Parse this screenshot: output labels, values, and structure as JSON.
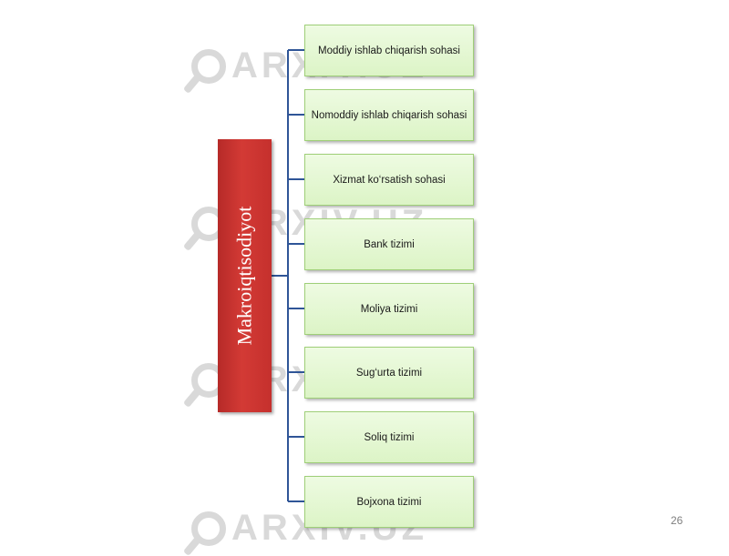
{
  "diagram": {
    "root": {
      "label": "Makroiqtisodiyot",
      "color": "#c5302d"
    },
    "children": [
      {
        "label": "Moddiy ishlab chiqarish sohasi"
      },
      {
        "label": "Nomoddiy ishlab chiqarish sohasi"
      },
      {
        "label": "Xizmat ko‘rsatish sohasi"
      },
      {
        "label": "Bank tizimi"
      },
      {
        "label": "Moliya tizimi"
      },
      {
        "label": "Sug‘urta tizimi"
      },
      {
        "label": "Soliq tizimi"
      },
      {
        "label": "Bojxona tizimi"
      }
    ],
    "connector_color": "#2f5597",
    "child_fill": "#dcf4c6"
  },
  "watermark": {
    "text": "ARXIV.UZ"
  },
  "footer": {
    "page_number": "26"
  }
}
